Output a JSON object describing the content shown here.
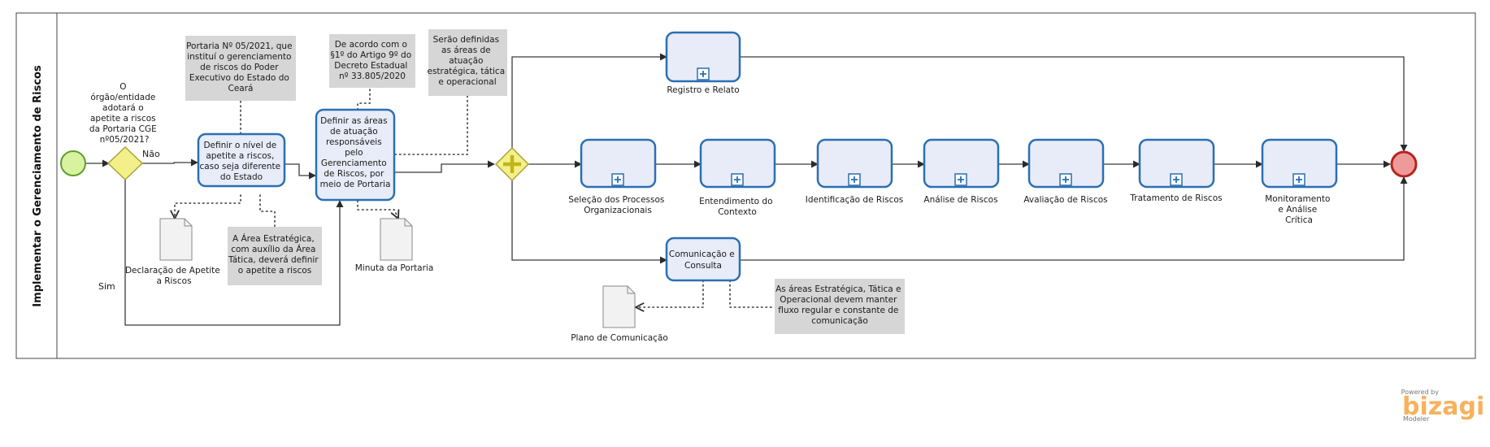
{
  "pool": {
    "label": "Implementar o Gerenciamento de Riscos"
  },
  "gateway_question": [
    "O",
    "órgão/entidade",
    "adotará o",
    "apetite a riscos",
    "da Portaria CGE",
    "nº05/2021?"
  ],
  "flow_labels": {
    "no": "Não",
    "yes": "Sim"
  },
  "tasks": {
    "definir_nivel": [
      "Definir o nível de",
      "apetite a riscos,",
      "caso seja diferente",
      "do Estado"
    ],
    "definir_areas": [
      "Definir as áreas",
      "de atuação",
      "responsáveis",
      "pelo",
      "Gerenciamento",
      "de Riscos, por",
      "meio de Portaria"
    ],
    "comunicacao": [
      "Comunicação e",
      "Consulta"
    ]
  },
  "subprocesses": {
    "registro": [
      "Registro e Relato"
    ],
    "selecao": [
      "Seleção dos Processos",
      "Organizacionais"
    ],
    "entendimento": [
      "Entendimento do",
      "Contexto"
    ],
    "identificacao": [
      "Identificação de Riscos"
    ],
    "analise": [
      "Análise de Riscos"
    ],
    "avaliacao": [
      "Avaliação de Riscos"
    ],
    "tratamento": [
      "Tratamento de Riscos"
    ],
    "monitoramento": [
      "Monitoramento",
      "e Análise",
      "Crítica"
    ]
  },
  "annotations": {
    "portaria": [
      "Portaria Nº 05/2021, que",
      "instituí o gerenciamento",
      "de riscos do Poder",
      "Executivo do Estado do",
      "Ceará"
    ],
    "artigo": [
      "De acordo com o",
      "§1º do Artigo 9º do",
      "Decreto Estadual",
      "nº 33.805/2020"
    ],
    "areas": [
      "Serão definidas",
      "as áreas de",
      "atuação",
      "estratégica, tática",
      "e operacional"
    ],
    "area_estrategica": [
      "A Área Estratégica,",
      "com auxílio da Área",
      "Tática, deverá definir",
      "o apetite a riscos"
    ],
    "fluxo": [
      "As áreas Estratégica, Tática e",
      "Operacional devem manter",
      "fluxo regular e constante de",
      "comunicação"
    ]
  },
  "documents": {
    "declaracao": [
      "Declaração de Apetite",
      "a Riscos"
    ],
    "minuta": [
      "Minuta da Portaria"
    ],
    "plano": [
      "Plano de Comunicação"
    ]
  },
  "logo": {
    "powered": "Powered by",
    "brand": "bizagi",
    "product": "Modeler"
  },
  "colors": {
    "task_border": "#2b6fb3",
    "task_fill": "#e8ecf8",
    "gateway": "#f3f08a",
    "start": "#d8f2a0",
    "end": "#ef9a9a",
    "annotation": "#d6d6d6"
  }
}
